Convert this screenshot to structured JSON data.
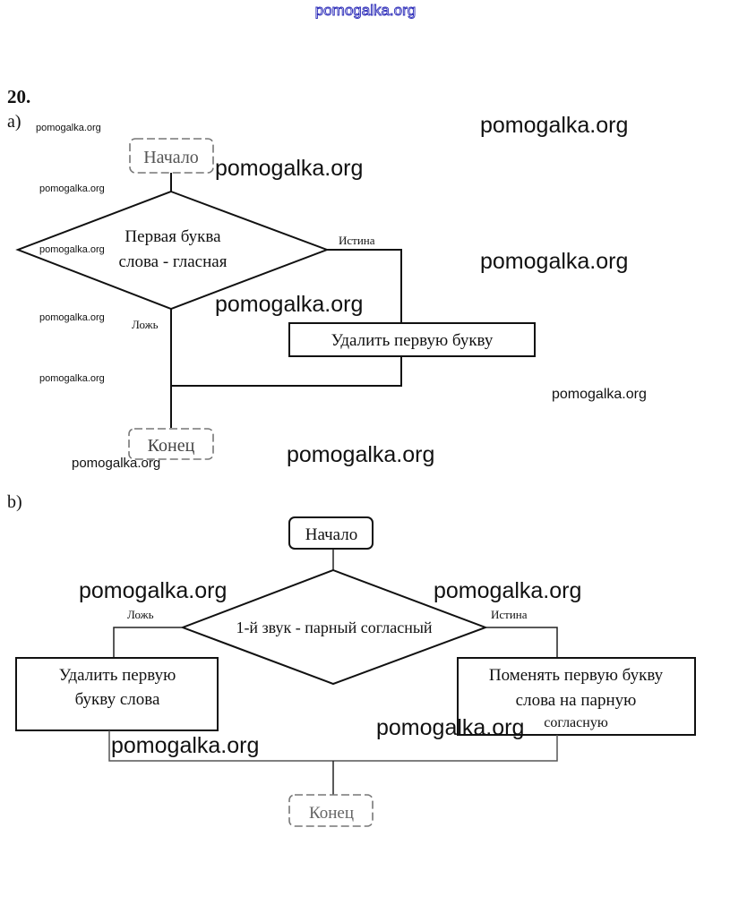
{
  "header_watermark": "pomogalka.org",
  "problem_number": "20.",
  "part_a": {
    "label": "a)",
    "start": "Начало",
    "condition_line1": "Первая буква",
    "condition_line2": "слова - гласная",
    "true_label": "Истина",
    "false_label": "Ложь",
    "action": "Удалить первую букву",
    "end": "Конец"
  },
  "part_b": {
    "label": "b)",
    "start": "Начало",
    "condition": "1-й звук - парный согласный",
    "true_label": "Истина",
    "false_label": "Ложь",
    "false_action_line1": "Удалить первую",
    "false_action_line2": "букву слова",
    "true_action_line1": "Поменять первую букву",
    "true_action_line2": "слова на парную",
    "true_action_line3": "согласную",
    "end": "Конец"
  },
  "watermarks": {
    "small": "pomogalka.org",
    "large": "pomogalka.org"
  }
}
